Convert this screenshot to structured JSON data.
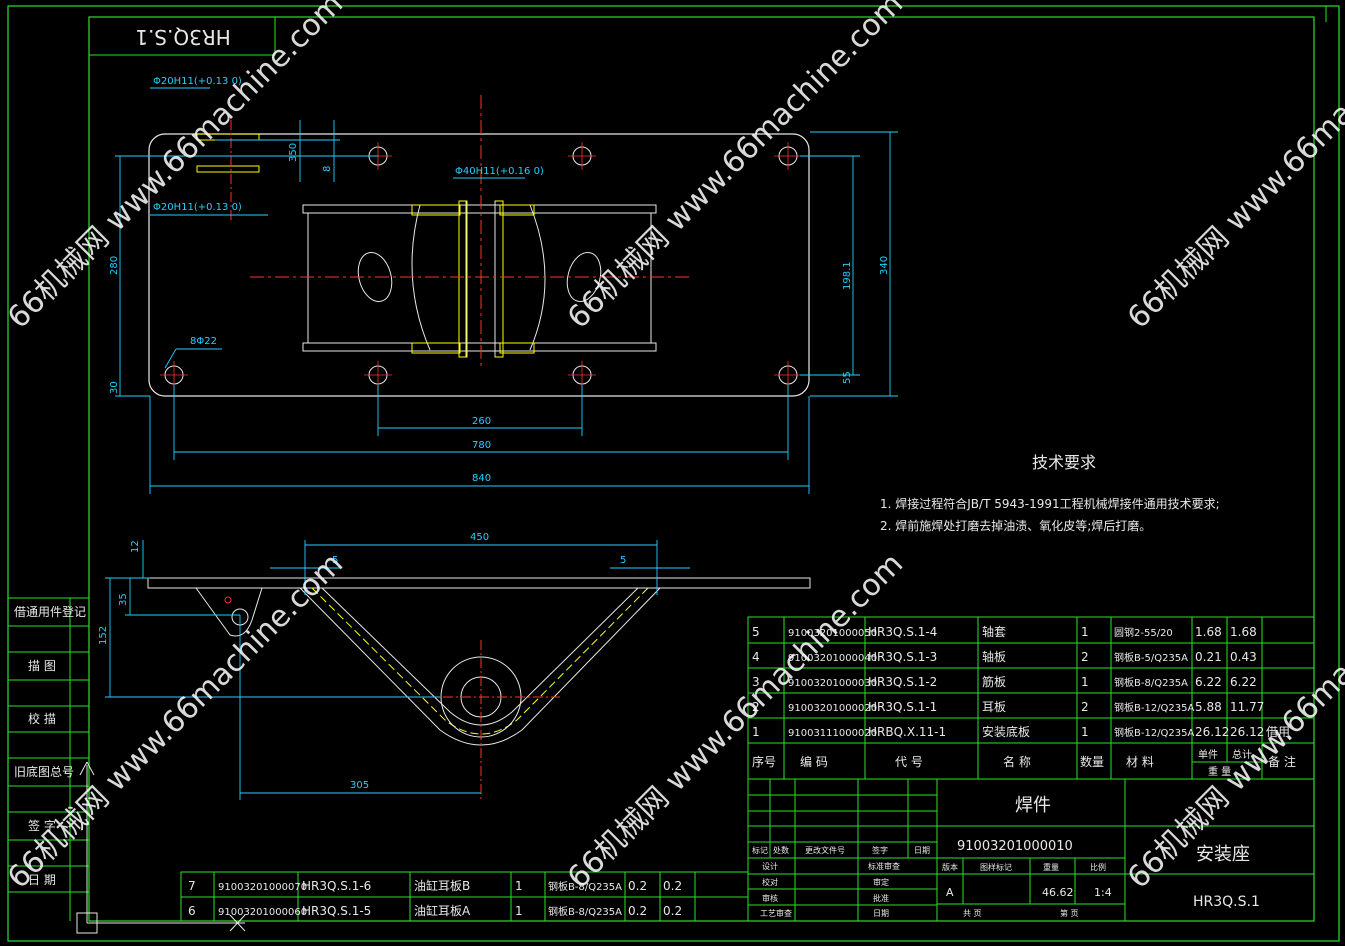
{
  "drawing_id_mirrored": "HR3Q.S.1",
  "watermark": [
    "66机械网 www.66machine.com"
  ],
  "top_view": {
    "hole_fit_1": "Φ20H11(+0.13 0)",
    "hole_fit_2": "Φ20H11(+0.13 0)",
    "hole_fit_3": "Φ40H11(+0.16 0)",
    "hole_note": "8Φ22",
    "dims": {
      "d350": "350",
      "d8": "8",
      "d280": "280",
      "d30": "30",
      "d198": "198.1",
      "d340": "340",
      "d55": "55",
      "d260": "260",
      "d780": "780",
      "d840": "840"
    }
  },
  "front_view": {
    "dims": {
      "d12": "12",
      "d35": "35",
      "d152": "152",
      "d450": "450",
      "d5a": "5",
      "d5b": "5",
      "d305": "305"
    }
  },
  "tech_req": {
    "title": "技术要求",
    "items": [
      "1. 焊接过程符合JB/T 5943-1991工程机械焊接件通用技术要求;",
      "2. 焊前施焊处打磨去掉油渍、氧化皮等;焊后打磨。"
    ]
  },
  "bom_upper": [
    {
      "no": "5",
      "code": "91003201000050",
      "part": "HR3Q.S.1-4",
      "name": "轴套",
      "qty": "1",
      "mat": "圆钢2-55/20",
      "unit": "1.68",
      "total": "1.68",
      "note": ""
    },
    {
      "no": "4",
      "code": "91003201000040",
      "part": "HR3Q.S.1-3",
      "name": "轴板",
      "qty": "2",
      "mat": "钢板B-5/Q235A",
      "unit": "0.21",
      "total": "0.43",
      "note": ""
    },
    {
      "no": "3",
      "code": "91003201000030",
      "part": "HR3Q.S.1-2",
      "name": "筋板",
      "qty": "1",
      "mat": "钢板B-8/Q235A",
      "unit": "6.22",
      "total": "6.22",
      "note": ""
    },
    {
      "no": "2",
      "code": "91003201000020",
      "part": "HR3Q.S.1-1",
      "name": "耳板",
      "qty": "2",
      "mat": "钢板B-12/Q235A",
      "unit": "5.88",
      "total": "11.77",
      "note": ""
    },
    {
      "no": "1",
      "code": "91003111000020",
      "part": "HRBQ.X.11-1",
      "name": "安装底板",
      "qty": "1",
      "mat": "钢板B-12/Q235A",
      "unit": "26.12",
      "total": "26.12",
      "note": "借用"
    }
  ],
  "bom_header": {
    "no": "序号",
    "code": "编  码",
    "part": "代  号",
    "name": "名  称",
    "qty": "数量",
    "mat": "材  料",
    "unit": "单件",
    "total": "总计",
    "weight": "重  量",
    "note": "备 注"
  },
  "bom_lower": [
    {
      "no": "7",
      "code": "91003201000070",
      "part": "HR3Q.S.1-6",
      "name": "油缸耳板B",
      "qty": "1",
      "mat": "钢板B-8/Q235A",
      "unit": "0.2",
      "total": "0.2"
    },
    {
      "no": "6",
      "code": "91003201000060",
      "part": "HR3Q.S.1-5",
      "name": "油缸耳板A",
      "qty": "1",
      "mat": "钢板B-8/Q235A",
      "unit": "0.2",
      "total": "0.2"
    }
  ],
  "title_block": {
    "type": "焊件",
    "code": "91003201000010",
    "name": "安装座",
    "drawing_no": "HR3Q.S.1",
    "row_labels": [
      "标记",
      "处数",
      "更改文件号",
      "签字",
      "日期"
    ],
    "left_labels": [
      "设计",
      "校对",
      "审核",
      "工艺审查"
    ],
    "mid_labels": [
      "标准审查",
      "审定",
      "批准",
      "日期"
    ],
    "stage_labels": [
      "版本",
      "图样标记",
      "重量",
      "比例"
    ],
    "version": "A",
    "weight": "46.62",
    "scale": "1:4",
    "sheets": "共    页",
    "sheet": "第    页"
  },
  "side_labels": [
    "借通用件登记",
    "描  图",
    "校  描",
    "旧底图总号",
    "签  字",
    "日  期"
  ]
}
